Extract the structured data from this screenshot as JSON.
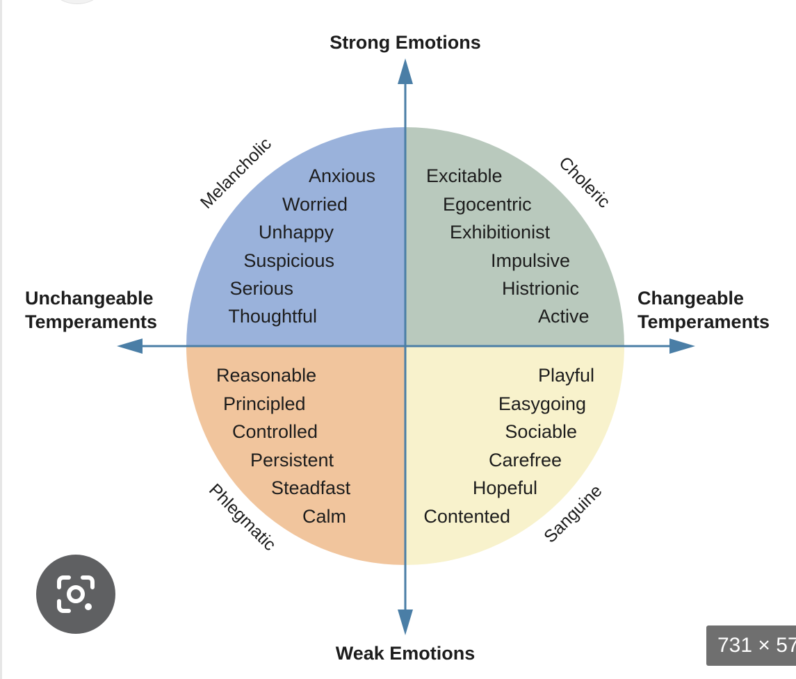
{
  "axes": {
    "top": "Strong Emotions",
    "bottom": "Weak Emotions",
    "left": [
      "Unchangeable",
      "Temperaments"
    ],
    "right": [
      "Changeable",
      "Temperaments"
    ]
  },
  "quadrants": {
    "melancholic": {
      "title": "Melancholic",
      "color": "#9ab2db",
      "traits": [
        "Anxious",
        "Worried",
        "Unhappy",
        "Suspicious",
        "Serious",
        "Thoughtful"
      ]
    },
    "choleric": {
      "title": "Choleric",
      "color": "#b9c9bd",
      "traits": [
        "Excitable",
        "Egocentric",
        "Exhibitionist",
        "Impulsive",
        "Histrionic",
        "Active"
      ]
    },
    "phlegmatic": {
      "title": "Phlegmatic",
      "color": "#f1c59d",
      "traits": [
        "Reasonable",
        "Principled",
        "Controlled",
        "Persistent",
        "Steadfast",
        "Calm"
      ]
    },
    "sanguine": {
      "title": "Sanguine",
      "color": "#f8f2cc",
      "traits": [
        "Playful",
        "Easygoing",
        "Sociable",
        "Carefree",
        "Hopeful",
        "Contented"
      ]
    }
  },
  "axis_color": "#4a7ea6",
  "overlay": {
    "lens_icon": "camera-search-icon",
    "image_size": "731 × 57"
  }
}
